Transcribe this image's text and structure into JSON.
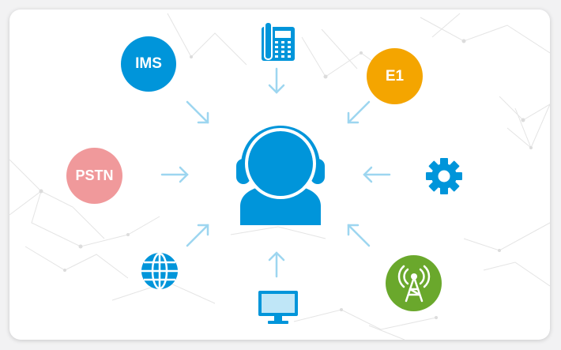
{
  "nodes": {
    "ims": {
      "label": "IMS",
      "color": "#0095da"
    },
    "e1": {
      "label": "E1",
      "color": "#f4a500"
    },
    "pstn": {
      "label": "PSTN",
      "color": "#f0999b"
    },
    "antenna": {
      "color": "#6aa82c"
    }
  },
  "icons": {
    "agent": "headset-agent-icon",
    "phone": "desk-phone-icon",
    "settings": "gear-icon",
    "web": "globe-icon",
    "desktop": "monitor-icon",
    "wireless": "antenna-icon"
  },
  "colors": {
    "icon_blue": "#0095da",
    "arrow": "#9dd6f0",
    "network_lines": "#e3e3e3"
  }
}
